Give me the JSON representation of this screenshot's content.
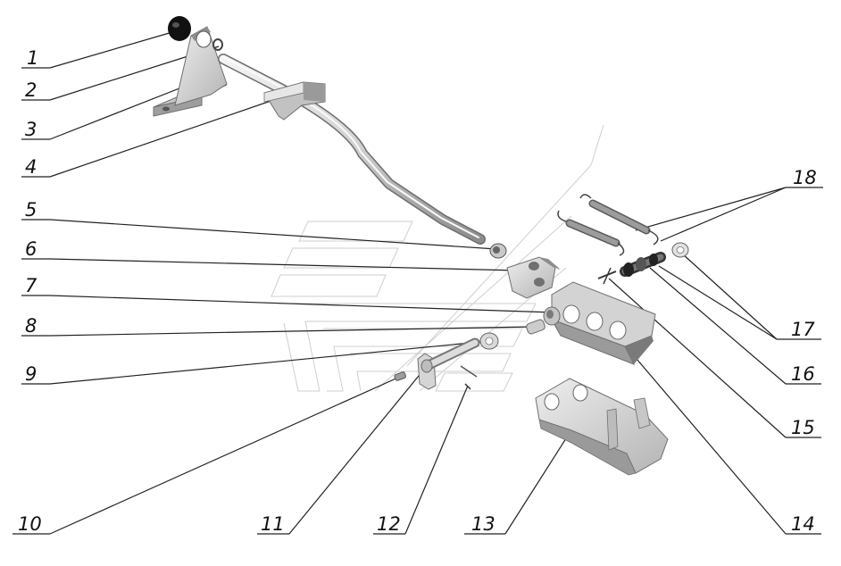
{
  "diagram": {
    "type": "exploded-parts-drawing",
    "callouts": [
      "1",
      "2",
      "3",
      "4",
      "5",
      "6",
      "7",
      "8",
      "9",
      "10",
      "11",
      "12",
      "13",
      "14",
      "15",
      "16",
      "17",
      "18"
    ],
    "colors": {
      "part_fill": "#d8d8d8",
      "part_shade": "#a9a9a9",
      "part_dark": "#6f6f6f",
      "knob": "#111111",
      "spring": "#888888",
      "leader": "#222222",
      "watermark": "#bbbbbb"
    }
  }
}
